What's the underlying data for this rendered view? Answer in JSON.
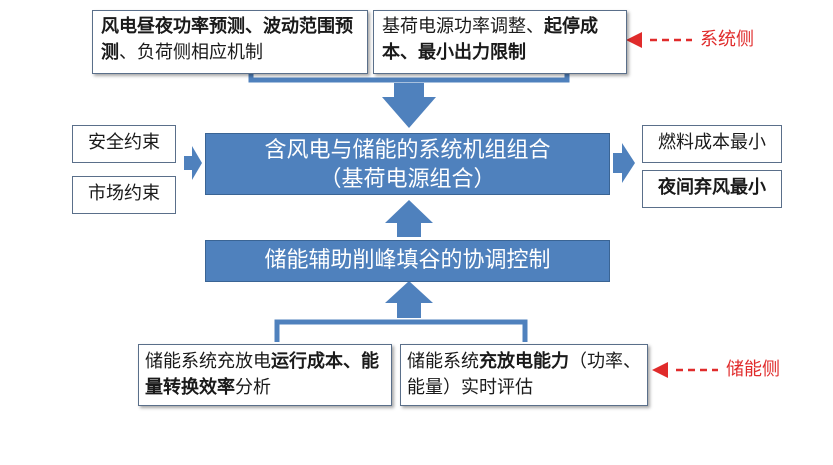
{
  "colors": {
    "accent_blue": "#4f81bd",
    "red": "#e02b2b",
    "border": "#5a6f8a"
  },
  "top_left": {
    "seg1": "风电昼夜功率预测、波动范",
    "seg2": "围预测",
    "seg3": "、负荷侧相应机制"
  },
  "top_right": {
    "seg1": "基荷电源功率调整、",
    "seg2": "起停",
    "seg3": "成本、最小出力限制"
  },
  "label_system_side": "系统侧",
  "left_constraints": [
    "安全约束",
    "市场约束"
  ],
  "main": {
    "line1": "含风电与储能的系统机组组合",
    "line2": "（基荷电源组合）"
  },
  "right_objectives": [
    "燃料成本最小",
    "夜间弃风最小"
  ],
  "coordination": "储能辅助削峰填谷的协调控制",
  "bottom_left": {
    "seg1": "储能系统充放电",
    "seg2": "运行成本、",
    "seg3": "能量转换效率",
    "seg4": "分析"
  },
  "bottom_right": {
    "seg1": "储能系统",
    "seg2": "充放电能力",
    "seg3": "（功率、能量）实时评估"
  },
  "label_storage_side": "储能侧"
}
